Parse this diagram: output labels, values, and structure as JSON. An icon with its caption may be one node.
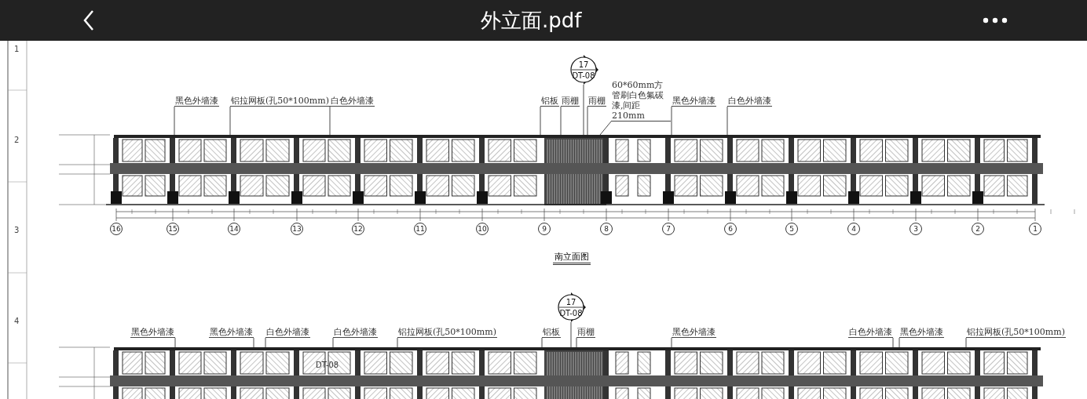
{
  "diagram": {
    "title": "外立面.pdf",
    "nodes": [
      {
        "text": [
          "17",
          "DT-08"
        ]
      },
      {
        "text": [
          "黑色外墙漆"
        ]
      },
      {
        "text": [
          "铝拉网板(孔50*100mm)"
        ]
      },
      {
        "text": [
          "白色外墙漆"
        ]
      },
      {
        "text": [
          "铝板"
        ]
      },
      {
        "text": [
          "雨棚"
        ]
      },
      {
        "text": [
          "雨棚"
        ]
      },
      {
        "text": [
          "60*60mm方管刷白色氟碳漆,间距210mm"
        ]
      },
      {
        "text": [
          "黑色外墙漆"
        ]
      },
      {
        "text": [
          "白色外墙漆"
        ]
      },
      {
        "text": [],
        "shape": "picture"
      },
      {
        "text": [
          "17",
          "DT-08"
        ]
      },
      {
        "text": [
          "黑色外墙漆"
        ]
      },
      {
        "text": [
          "黑色外墙漆"
        ]
      },
      {
        "text": [
          "白色外墙漆"
        ]
      },
      {
        "text": [
          "白色外墙漆"
        ]
      },
      {
        "text": [
          "铝拉网板(孔50*100mm)"
        ]
      },
      {
        "text": [
          "铝板"
        ]
      },
      {
        "text": [
          "雨棚"
        ]
      },
      {
        "text": [
          "黑色外墙漆"
        ]
      },
      {
        "text": [
          "白色外墙漆"
        ]
      },
      {
        "text": [
          "黑色外墙漆"
        ]
      },
      {
        "text": [
          "铝拉网板(孔50*100mm)"
        ]
      },
      {
        "text": [],
        "shape": "picture"
      }
    ],
    "edges": [
      {
        "from": 0,
        "to": 10,
        "arrow": "none"
      },
      {
        "from": 1,
        "to": 10,
        "arrow": "none"
      },
      {
        "from": 2,
        "to": 10,
        "arrow": "none"
      },
      {
        "from": 3,
        "to": 10,
        "arrow": "none"
      },
      {
        "from": 4,
        "to": 10,
        "arrow": "none"
      },
      {
        "from": 5,
        "to": 10,
        "arrow": "none"
      },
      {
        "from": 6,
        "to": 10,
        "arrow": "none"
      },
      {
        "from": 7,
        "to": 10,
        "arrow": "none"
      },
      {
        "from": 8,
        "to": 10,
        "arrow": "none"
      },
      {
        "from": 9,
        "to": 10,
        "arrow": "none"
      },
      {
        "from": 11,
        "to": 23,
        "arrow": "none"
      },
      {
        "from": 12,
        "to": 23,
        "arrow": "none"
      },
      {
        "from": 13,
        "to": 23,
        "arrow": "none"
      },
      {
        "from": 14,
        "to": 23,
        "arrow": "none"
      },
      {
        "from": 15,
        "to": 23,
        "arrow": "none"
      },
      {
        "from": 16,
        "to": 23,
        "arrow": "none"
      },
      {
        "from": 17,
        "to": 23,
        "arrow": "none"
      },
      {
        "from": 18,
        "to": 23,
        "arrow": "none"
      },
      {
        "from": 19,
        "to": 23,
        "arrow": "none"
      },
      {
        "from": 20,
        "to": 23,
        "arrow": "none"
      },
      {
        "from": 21,
        "to": 23,
        "arrow": "none"
      },
      {
        "from": 22,
        "to": 23,
        "arrow": "none"
      }
    ],
    "labels": [
      "1",
      "2",
      "3",
      "16",
      "15",
      "14",
      "13",
      "12",
      "11",
      "10",
      "9",
      "8",
      "7",
      "6",
      "5",
      "4",
      "3",
      "2",
      "1",
      "南立面图",
      "4",
      "DT-08"
    ]
  }
}
